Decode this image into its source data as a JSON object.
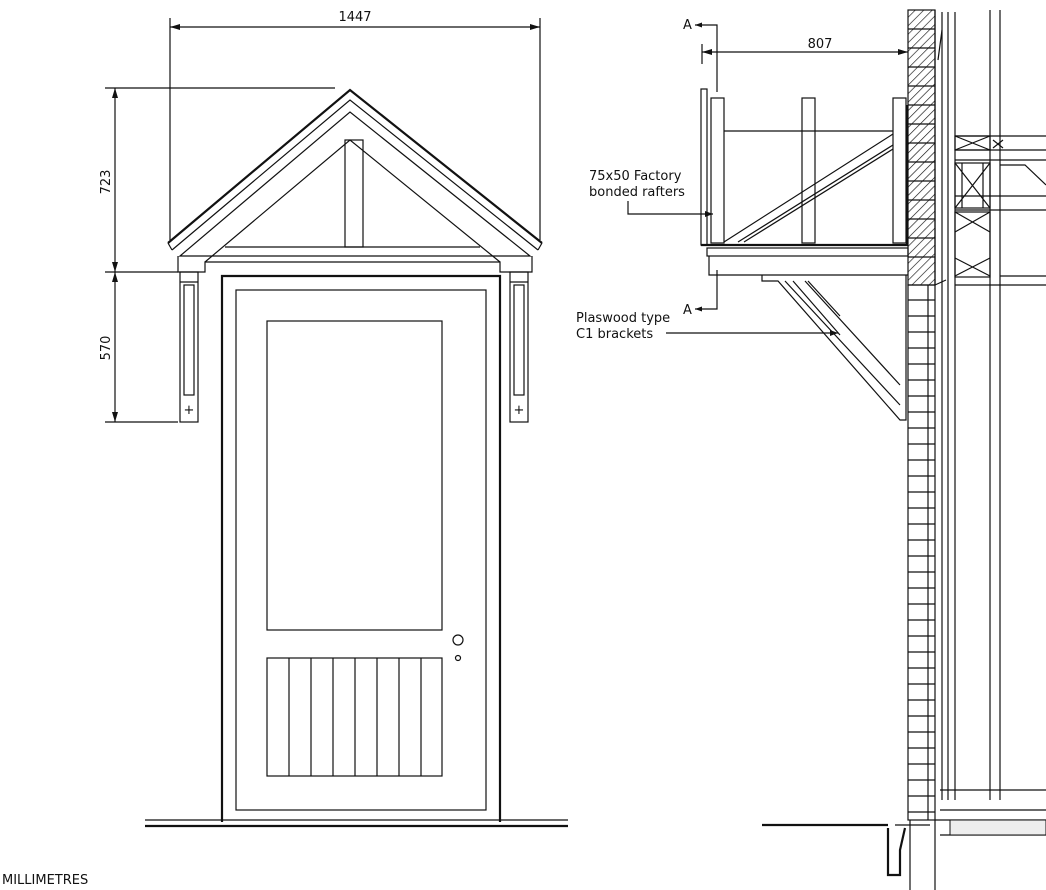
{
  "elevation": {
    "width_dim": "1447",
    "roof_height_dim": "723",
    "bracket_height_dim": "570"
  },
  "section": {
    "projection_dim": "807",
    "section_marker_top": "A",
    "section_marker_bottom": "A",
    "rafters_label_line1": "75x50 Factory",
    "rafters_label_line2": "bonded rafters",
    "brackets_label_line1": "Plaswood type",
    "brackets_label_line2": "C1 brackets"
  },
  "footer_note": "MILLIMETRES"
}
